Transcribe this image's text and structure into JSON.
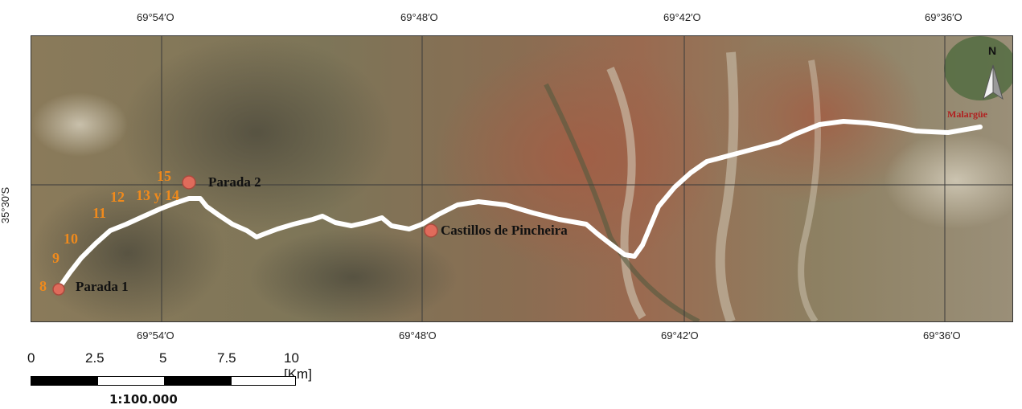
{
  "graticule": {
    "top_longitudes": [
      "69°54′O",
      "69°48′O",
      "69°42′O",
      "69°36′O"
    ],
    "bottom_longitudes": [
      "69°54′O",
      "69°48′O",
      "69°42′O",
      "69°36′O"
    ],
    "latitude": "35°30′S"
  },
  "places": {
    "stop1": "Parada 1",
    "stop2": "Parada 2",
    "castle": "Castillos de Pincheira",
    "town": "Malargüe"
  },
  "waypoints": [
    "8",
    "9",
    "10",
    "11",
    "12",
    "13 y 14",
    "15"
  ],
  "north_arrow": {
    "label": "N",
    "icon": "north-arrow-icon"
  },
  "scale": {
    "ticks": [
      "0",
      "2.5",
      "5",
      "7.5",
      "10 [Km]"
    ],
    "ratio": "1:100.000"
  },
  "colors": {
    "route": "#ffffff",
    "stop_marker": "#e06b5b",
    "waypoint_text": "#f08a1c",
    "town_text": "#b12020"
  }
}
